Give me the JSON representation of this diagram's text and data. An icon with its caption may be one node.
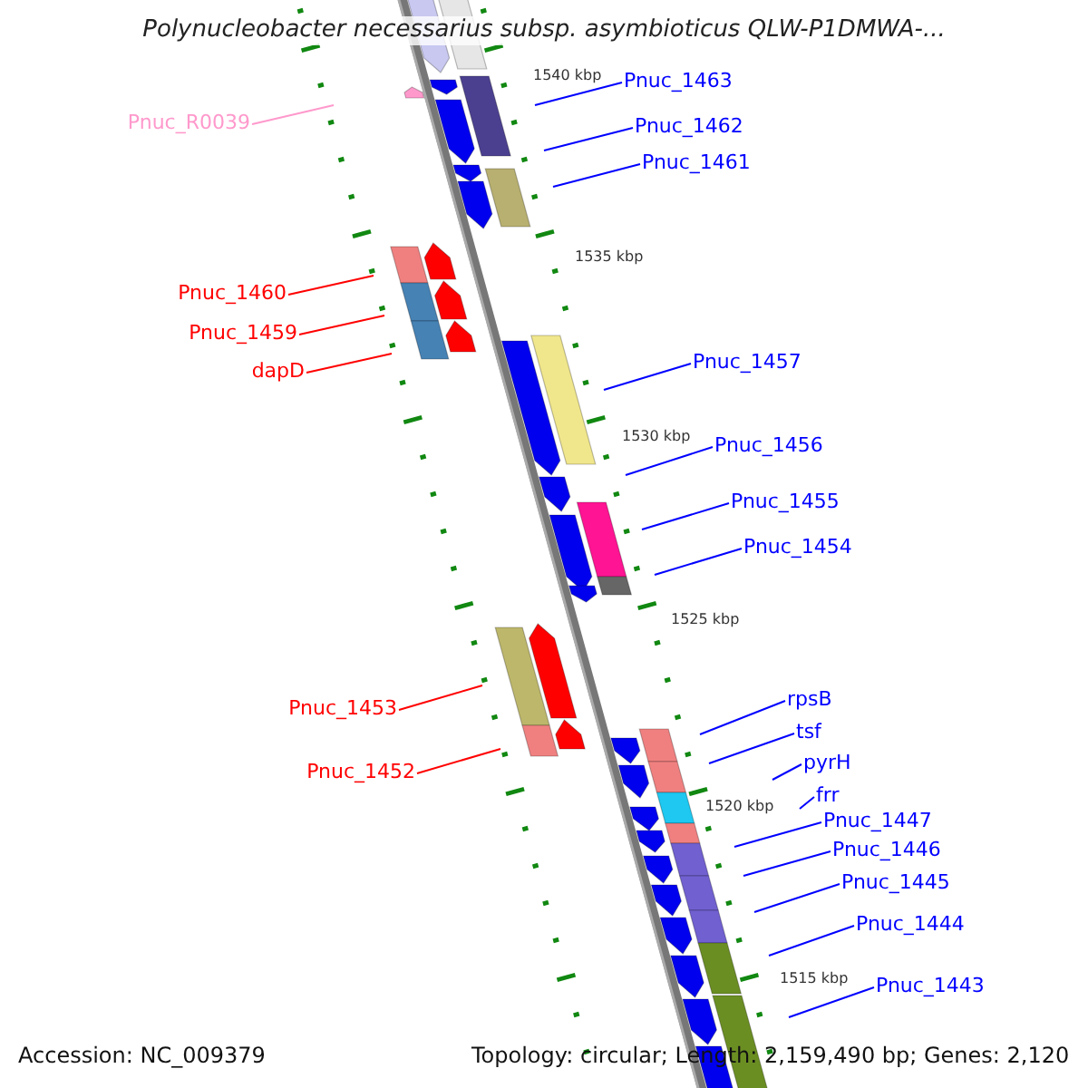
{
  "diagram": {
    "title": "Polynucleobacter necessarius subsp. asymbioticus QLW-P1DMWA-...",
    "nodes": [
      {
        "text": [
          "Pnuc_1463"
        ]
      },
      {
        "text": [
          "Pnuc_R0039"
        ]
      },
      {
        "text": [
          "Pnuc_1462"
        ]
      },
      {
        "text": [
          "Pnuc_1461"
        ]
      },
      {
        "text": [
          "Pnuc_1460"
        ]
      },
      {
        "text": [
          "Pnuc_1459"
        ]
      },
      {
        "text": [
          "dapD"
        ]
      },
      {
        "text": [
          "Pnuc_1457"
        ]
      },
      {
        "text": [
          "Pnuc_1456"
        ]
      },
      {
        "text": [
          "Pnuc_1455"
        ]
      },
      {
        "text": [
          "Pnuc_1454"
        ]
      },
      {
        "text": [
          "rpsB"
        ]
      },
      {
        "text": [
          "Pnuc_1453"
        ]
      },
      {
        "text": [
          "tsf"
        ]
      },
      {
        "text": [
          "pyrH"
        ]
      },
      {
        "text": [
          "Pnuc_1452"
        ]
      },
      {
        "text": [
          "frr"
        ]
      },
      {
        "text": [
          "Pnuc_1447"
        ]
      },
      {
        "text": [
          "Pnuc_1446"
        ]
      },
      {
        "text": [
          "Pnuc_1445"
        ]
      },
      {
        "text": [
          "Pnuc_1444"
        ]
      },
      {
        "text": [
          "Pnuc_1443"
        ]
      }
    ],
    "edges": [
      {
        "from": 0,
        "to": null,
        "arrow": "none"
      },
      {
        "from": 1,
        "to": null,
        "arrow": "none",
        "color": "#ff99cc"
      },
      {
        "from": 2,
        "to": null,
        "arrow": "none"
      },
      {
        "from": 3,
        "to": null,
        "arrow": "none"
      },
      {
        "from": 4,
        "to": null,
        "arrow": "none",
        "color": "#ff0000"
      },
      {
        "from": 5,
        "to": null,
        "arrow": "none",
        "color": "#ff0000"
      },
      {
        "from": 6,
        "to": null,
        "arrow": "none",
        "color": "#ff0000"
      },
      {
        "from": 7,
        "to": null,
        "arrow": "none"
      },
      {
        "from": 8,
        "to": null,
        "arrow": "none"
      },
      {
        "from": 9,
        "to": null,
        "arrow": "none"
      },
      {
        "from": 10,
        "to": null,
        "arrow": "none"
      },
      {
        "from": 11,
        "to": null,
        "arrow": "none"
      },
      {
        "from": 12,
        "to": null,
        "arrow": "none",
        "color": "#ff0000"
      },
      {
        "from": 13,
        "to": null,
        "arrow": "none"
      },
      {
        "from": 14,
        "to": null,
        "arrow": "none"
      },
      {
        "from": 15,
        "to": null,
        "arrow": "none",
        "color": "#ff0000"
      },
      {
        "from": 16,
        "to": null,
        "arrow": "none"
      },
      {
        "from": 17,
        "to": null,
        "arrow": "none"
      },
      {
        "from": 18,
        "to": null,
        "arrow": "none"
      },
      {
        "from": 19,
        "to": null,
        "arrow": "none"
      },
      {
        "from": 20,
        "to": null,
        "arrow": "none"
      },
      {
        "from": 21,
        "to": null,
        "arrow": "none"
      }
    ],
    "labels": [
      "1540 kbp",
      "1535 kbp",
      "1530 kbp",
      "1525 kbp",
      "1520 kbp",
      "1515 kbp",
      "Accession: NC_009379",
      "Topology: circular; Length: 2,159,490 bp; Genes: 2,120"
    ]
  }
}
